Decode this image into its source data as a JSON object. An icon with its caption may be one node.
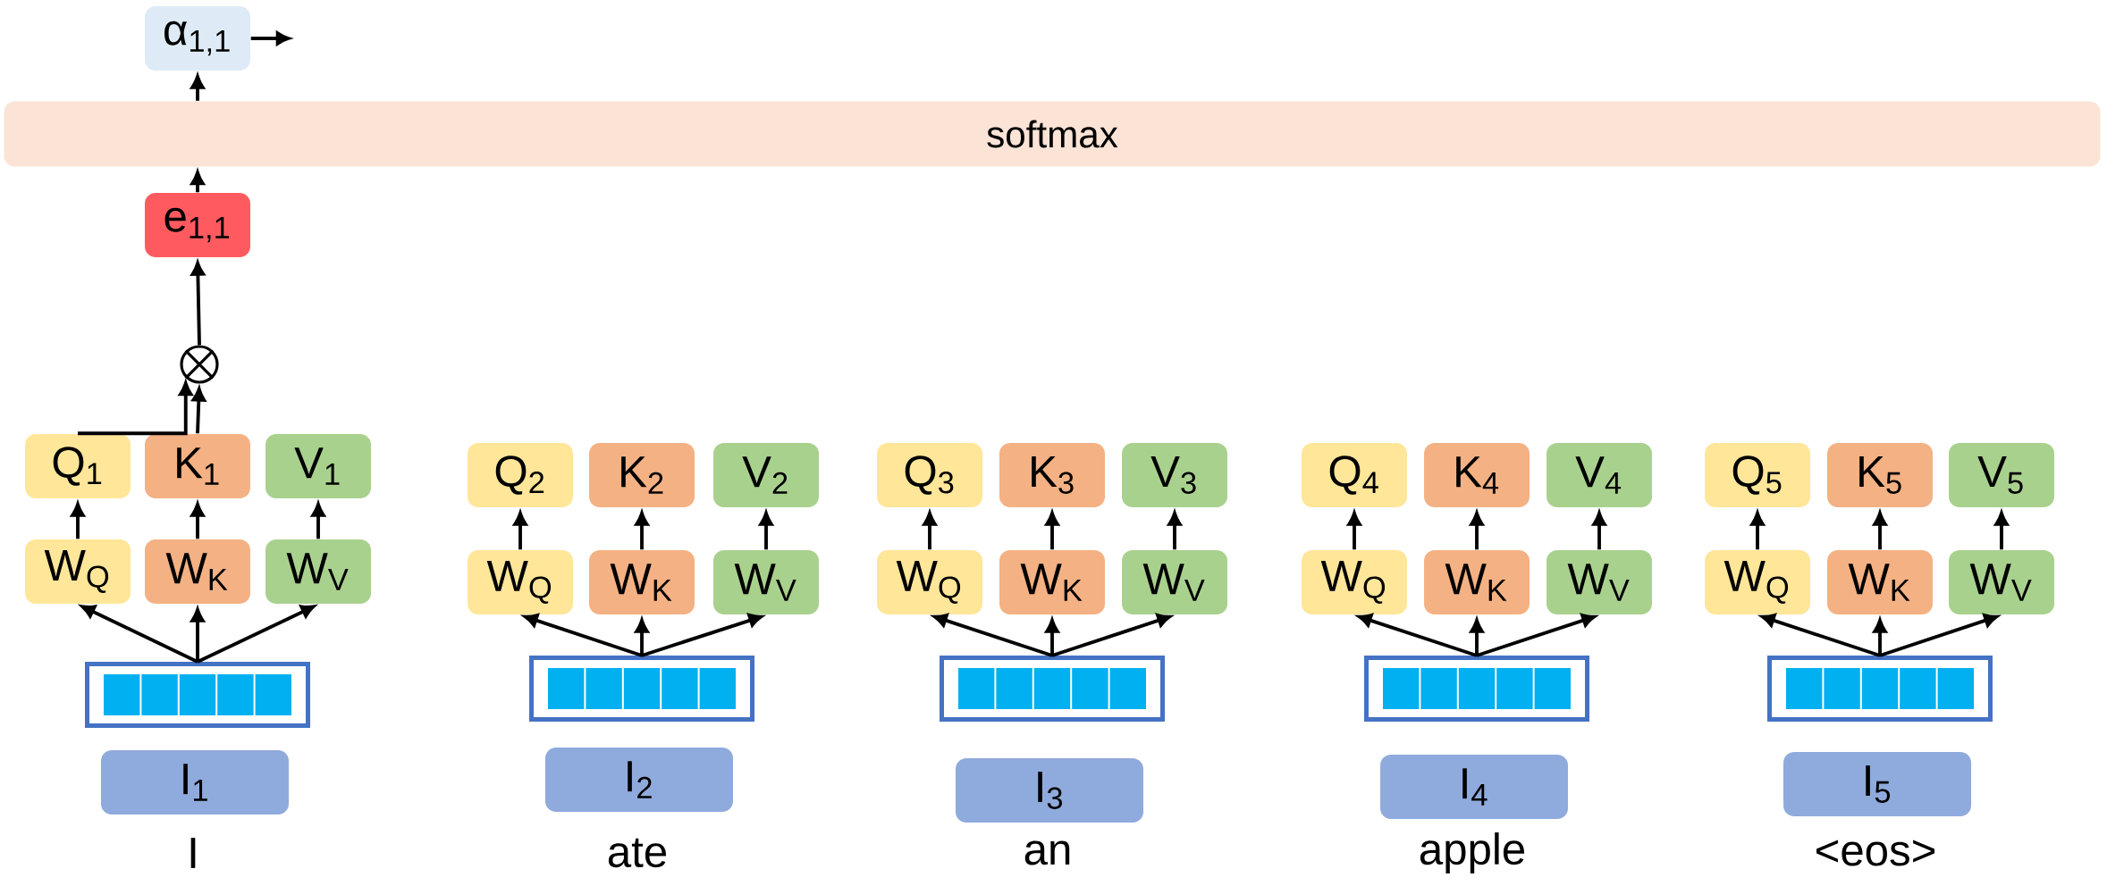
{
  "diagram": {
    "nodes": [
      {
        "text": [
          "α$_{1,1}$"
        ]
      },
      {
        "text": [
          "softmax"
        ]
      },
      {
        "text": [
          "e$_{1,1}$"
        ]
      },
      {
        "text": [],
        "shape": "circle"
      },
      {
        "text": [
          "Q$_{1}$"
        ]
      },
      {
        "text": [
          "K$_{1}$"
        ]
      },
      {
        "text": [
          "V$_{1}$"
        ]
      },
      {
        "text": [
          "W$_{Q}$"
        ]
      },
      {
        "text": [
          "W$_{K}$"
        ]
      },
      {
        "text": [
          "W$_{V}$"
        ]
      },
      {
        "text": [],
        "shape": "box"
      },
      {
        "text": [
          "I$_{1}$"
        ]
      },
      {
        "text": [
          "Q$_{2}$"
        ]
      },
      {
        "text": [
          "K$_{2}$"
        ]
      },
      {
        "text": [
          "V$_{2}$"
        ]
      },
      {
        "text": [
          "W$_{Q}$"
        ]
      },
      {
        "text": [
          "W$_{K}$"
        ]
      },
      {
        "text": [
          "W$_{V}$"
        ]
      },
      {
        "text": [],
        "shape": "box"
      },
      {
        "text": [
          "I$_{2}$"
        ]
      },
      {
        "text": [
          "Q$_{3}$"
        ]
      },
      {
        "text": [
          "K$_{3}$"
        ]
      },
      {
        "text": [
          "V$_{3}$"
        ]
      },
      {
        "text": [
          "W$_{Q}$"
        ]
      },
      {
        "text": [
          "W$_{K}$"
        ]
      },
      {
        "text": [
          "W$_{V}$"
        ]
      },
      {
        "text": [],
        "shape": "box"
      },
      {
        "text": [
          "I$_{3}$"
        ]
      },
      {
        "text": [
          "Q$_{4}$"
        ]
      },
      {
        "text": [
          "K$_{4}$"
        ]
      },
      {
        "text": [
          "V$_{4}$"
        ]
      },
      {
        "text": [
          "W$_{Q}$"
        ]
      },
      {
        "text": [
          "W$_{K}$"
        ]
      },
      {
        "text": [
          "W$_{V}$"
        ]
      },
      {
        "text": [],
        "shape": "box"
      },
      {
        "text": [
          "I$_{4}$"
        ]
      },
      {
        "text": [
          "Q$_{5}$"
        ]
      },
      {
        "text": [
          "K$_{5}$"
        ]
      },
      {
        "text": [
          "V$_{5}$"
        ]
      },
      {
        "text": [
          "W$_{Q}$"
        ]
      },
      {
        "text": [
          "W$_{K}$"
        ]
      },
      {
        "text": [
          "W$_{V}$"
        ]
      },
      {
        "text": [],
        "shape": "box"
      },
      {
        "text": [
          "I$_{5}$"
        ]
      }
    ],
    "edges": [
      {
        "from": 0,
        "to": null,
        "arrow": "to"
      },
      {
        "from": 1,
        "to": 0,
        "arrow": "to"
      },
      {
        "from": 2,
        "to": 1,
        "arrow": "to"
      },
      {
        "from": 3,
        "to": 2,
        "arrow": "to"
      },
      {
        "from": 4,
        "to": 3,
        "arrow": "to"
      },
      {
        "from": 5,
        "to": 3,
        "arrow": "to"
      },
      {
        "from": 7,
        "to": 4,
        "arrow": "to"
      },
      {
        "from": 8,
        "to": 5,
        "arrow": "to"
      },
      {
        "from": 9,
        "to": 6,
        "arrow": "to"
      },
      {
        "from": 10,
        "to": 7,
        "arrow": "to"
      },
      {
        "from": 10,
        "to": 8,
        "arrow": "to"
      },
      {
        "from": 10,
        "to": 9,
        "arrow": "to"
      },
      {
        "from": 15,
        "to": 12,
        "arrow": "to"
      },
      {
        "from": 16,
        "to": 13,
        "arrow": "to"
      },
      {
        "from": 17,
        "to": 14,
        "arrow": "to"
      },
      {
        "from": 18,
        "to": 15,
        "arrow": "to"
      },
      {
        "from": 18,
        "to": 16,
        "arrow": "to"
      },
      {
        "from": 18,
        "to": 17,
        "arrow": "to"
      },
      {
        "from": 23,
        "to": 20,
        "arrow": "to"
      },
      {
        "from": 24,
        "to": 21,
        "arrow": "to"
      },
      {
        "from": 25,
        "to": 22,
        "arrow": "to"
      },
      {
        "from": 26,
        "to": 23,
        "arrow": "to"
      },
      {
        "from": 26,
        "to": 24,
        "arrow": "to"
      },
      {
        "from": 26,
        "to": 25,
        "arrow": "to"
      },
      {
        "from": 31,
        "to": 28,
        "arrow": "to"
      },
      {
        "from": 32,
        "to": 29,
        "arrow": "to"
      },
      {
        "from": 33,
        "to": 30,
        "arrow": "to"
      },
      {
        "from": 34,
        "to": 31,
        "arrow": "to"
      },
      {
        "from": 34,
        "to": 32,
        "arrow": "to"
      },
      {
        "from": 34,
        "to": 33,
        "arrow": "to"
      },
      {
        "from": 39,
        "to": 36,
        "arrow": "to"
      },
      {
        "from": 40,
        "to": 37,
        "arrow": "to"
      },
      {
        "from": 41,
        "to": 38,
        "arrow": "to"
      },
      {
        "from": 42,
        "to": 39,
        "arrow": "to"
      },
      {
        "from": 42,
        "to": 40,
        "arrow": "to"
      },
      {
        "from": 42,
        "to": 41,
        "arrow": "to"
      }
    ],
    "labels": [
      "I",
      "ate",
      "an",
      "apple",
      "<eos>"
    ]
  }
}
